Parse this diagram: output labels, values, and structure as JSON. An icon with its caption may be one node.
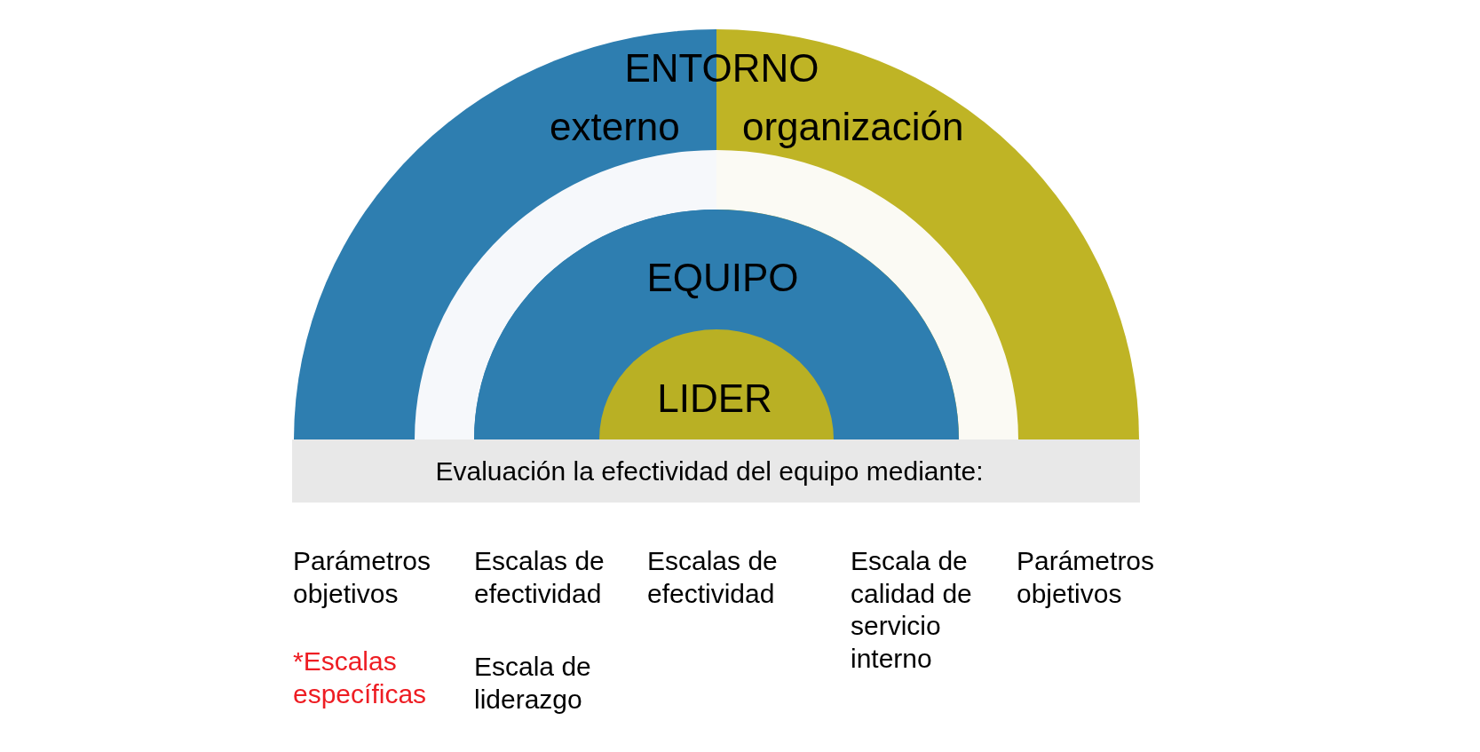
{
  "diagram": {
    "nodes": [
      {
        "text": [
          "externo"
        ]
      },
      {
        "text": [
          "organización"
        ]
      },
      {
        "text": [
          "EQUIPO"
        ]
      },
      {
        "text": [
          "LIDER"
        ],
        "in": 2
      },
      {
        "text": [
          "Evaluación la efectividad del equipo mediante:"
        ]
      }
    ],
    "labels": [
      "ENTORNO",
      "Parámetros objetivos",
      "Escalas de efectividad",
      "Escalas de efectividad",
      "Escala de calidad de servicio interno",
      "Parámetros objetivos",
      "*Escalas específicas",
      "Escala de liderazgo"
    ]
  }
}
